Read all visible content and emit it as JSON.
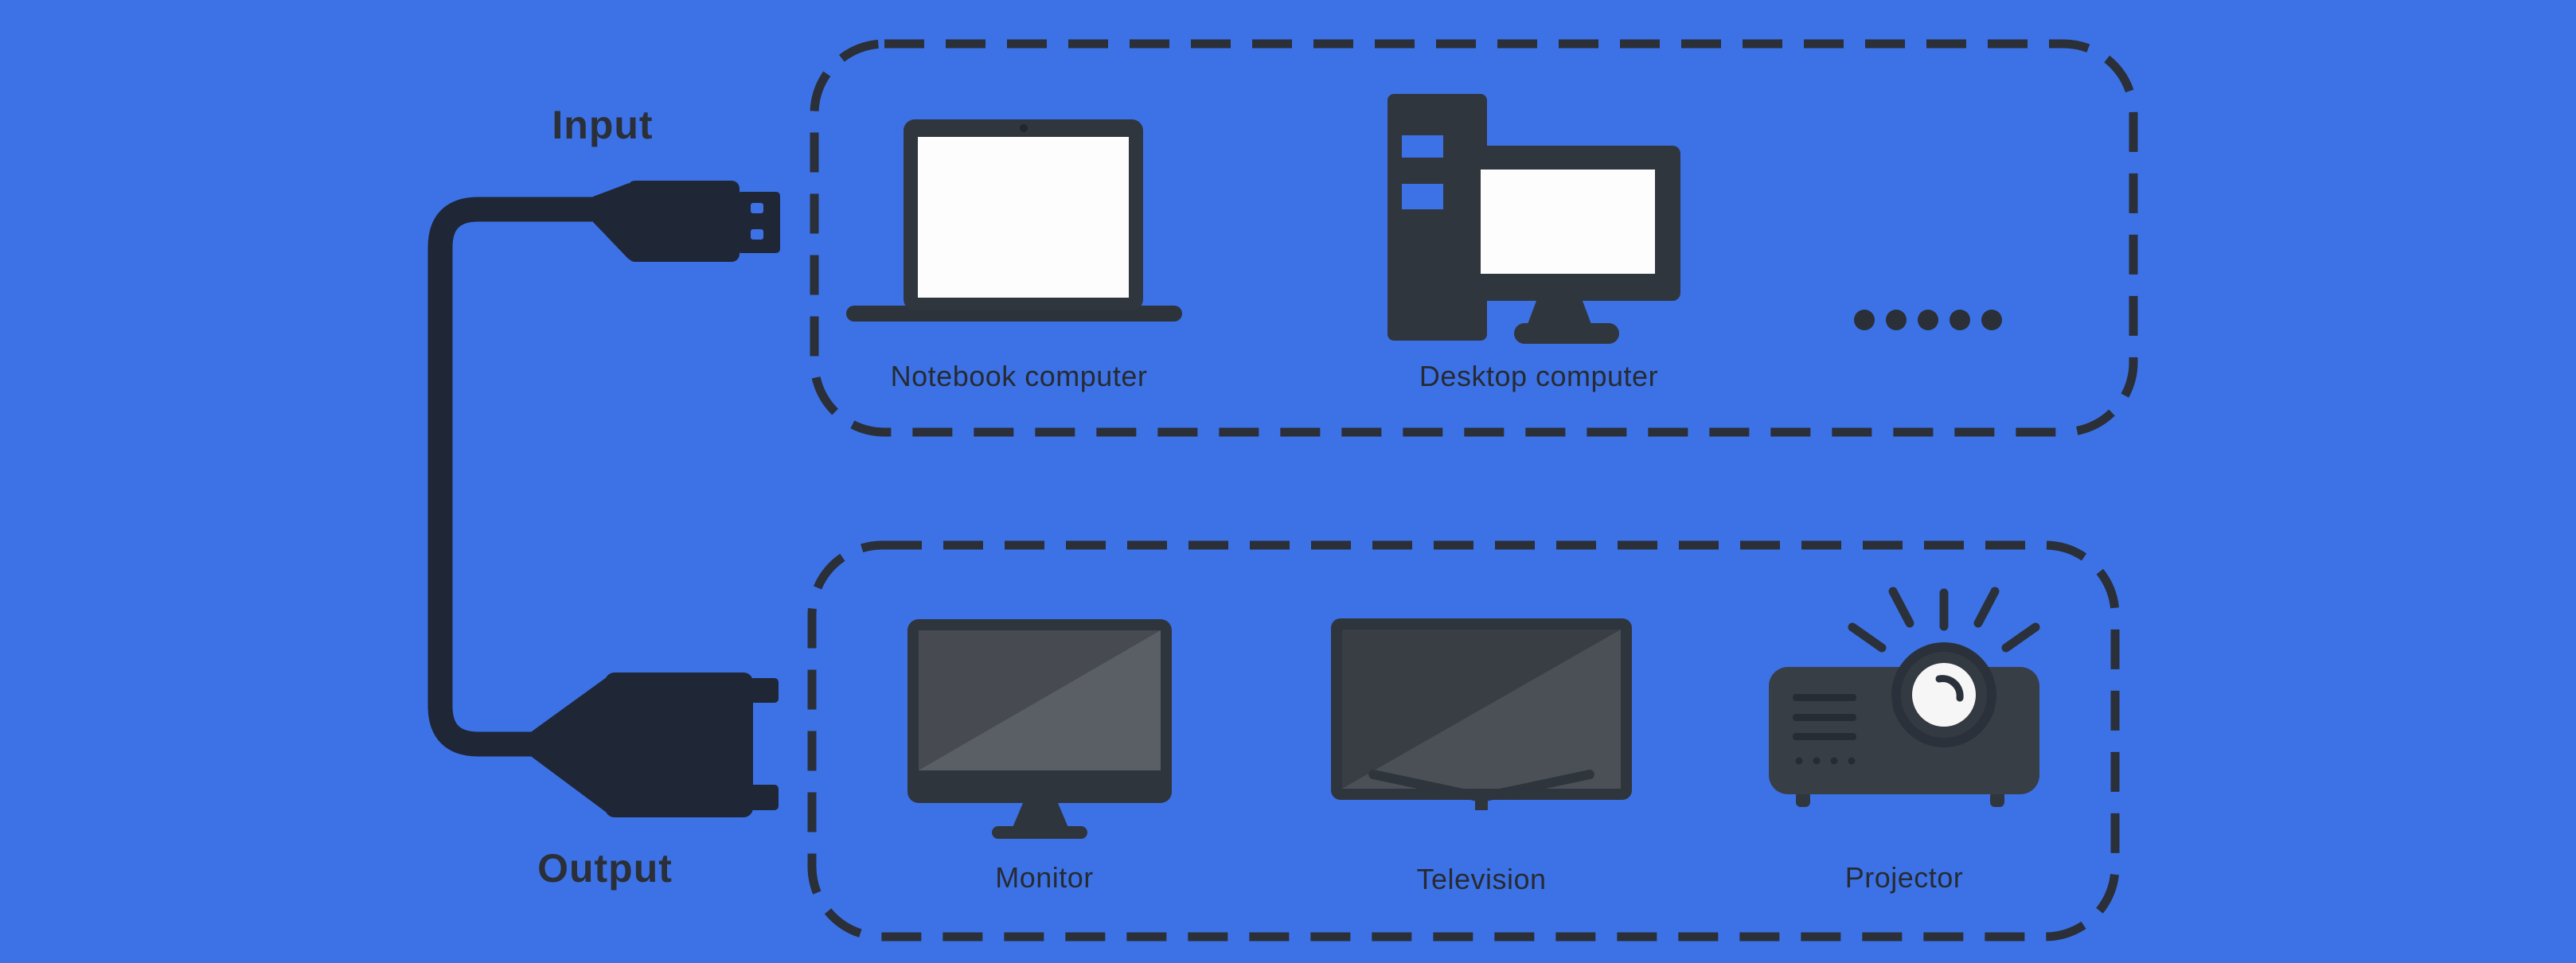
{
  "title": "Cable input/output device compatibility diagram",
  "canvas": {
    "background": "#3d72e6",
    "dash_border_color": "#2a2f38",
    "cable_color": "#1f2636",
    "icon_color": "#30363e",
    "label_color": "#262b33",
    "screen_white": "#fdfdfd"
  },
  "input": {
    "label": "Input",
    "connector": "hdmi-plug",
    "devices": [
      {
        "label": "Notebook computer"
      },
      {
        "label": "Desktop computer"
      }
    ],
    "more_devices_indicator": "five-dots-ellipsis"
  },
  "output": {
    "label": "Output",
    "connector": "dvi-plug",
    "devices": [
      {
        "label": "Monitor"
      },
      {
        "label": "Television"
      },
      {
        "label": "Projector"
      }
    ]
  }
}
